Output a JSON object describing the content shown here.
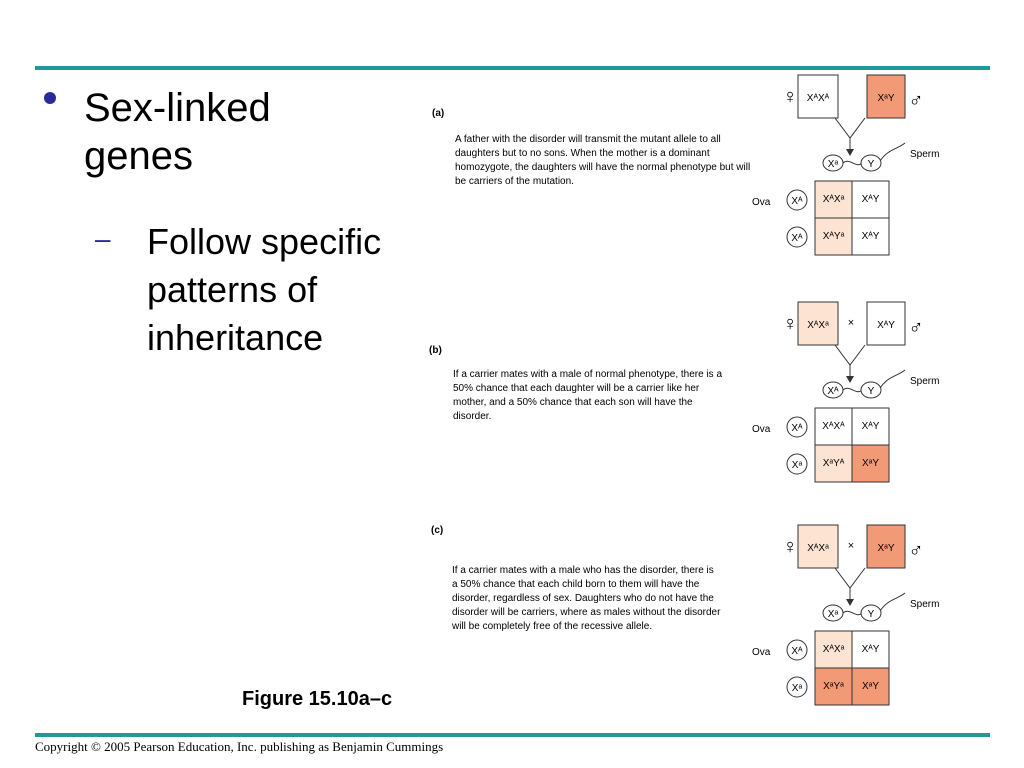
{
  "slide": {
    "bullet": "Sex-linked genes",
    "sub_bullet": "Follow specific patterns of inheritance",
    "figure_caption": "Figure 15.10a–c",
    "copyright": "Copyright © 2005 Pearson Education, Inc. publishing as Benjamin Cummings"
  },
  "symbols": {
    "female": "♀",
    "male": "♂",
    "cross": "×"
  },
  "labels": {
    "sperm": "Sperm",
    "ova": "Ova"
  },
  "colors": {
    "accent_rule": "#1f9a9a",
    "carrier_fill": "#fce3d2",
    "affected_fill": "#f29a76",
    "normal_fill": "#ffffff"
  },
  "panels": [
    {
      "label": "(a)",
      "description": "A father with the disorder will transmit the mutant allele to all daughters but to no sons. When the mother is a dominant homozygote, the daughters will have the normal phenotype but will be carriers of the mutation.",
      "mother": "XᴬXᴬ",
      "father": "XᵃY",
      "sperm": [
        "Xᵃ",
        "Y"
      ],
      "ova": [
        "Xᴬ",
        "Xᴬ"
      ],
      "grid": [
        [
          "XᴬXᵃ",
          "XᴬY"
        ],
        [
          "XᴬYᵃ",
          "XᴬY"
        ]
      ]
    },
    {
      "label": "(b)",
      "description": "If a carrier mates with a male of normal phenotype, there is a 50% chance that each daughter will be a carrier like her mother, and a 50% chance that each son will have the disorder.",
      "mother": "XᴬXᵃ",
      "father": "XᴬY",
      "sperm": [
        "Xᴬ",
        "Y"
      ],
      "ova": [
        "Xᴬ",
        "Xᵃ"
      ],
      "grid": [
        [
          "XᴬXᴬ",
          "XᴬY"
        ],
        [
          "XᵃYᴬ",
          "XᵃY"
        ]
      ]
    },
    {
      "label": "(c)",
      "description": "If a carrier mates with a male who has the disorder, there is a 50% chance that each child born to them will have the disorder, regardless of sex. Daughters who do not have the disorder will be carriers, where as males without the disorder will be completely free of the recessive allele.",
      "mother": "XᴬXᵃ",
      "father": "XᵃY",
      "sperm": [
        "Xᵃ",
        "Y"
      ],
      "ova": [
        "Xᴬ",
        "Xᵃ"
      ],
      "grid": [
        [
          "XᴬXᵃ",
          "XᴬY"
        ],
        [
          "XᵃYᵃ",
          "XᵃY"
        ]
      ]
    }
  ]
}
